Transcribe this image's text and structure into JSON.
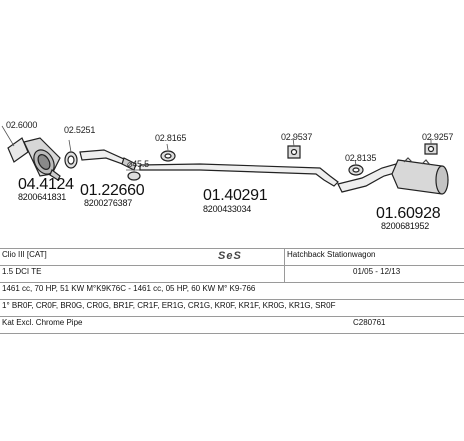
{
  "diagram": {
    "refs": {
      "r1": "02.6000",
      "r2": "02.5251",
      "r3": "02.8165",
      "r4": "02.9537",
      "r5": "02.8135",
      "r6": "02.9257"
    },
    "dimension": "45.5",
    "parts": {
      "p1": {
        "number": "04.4124",
        "oem": "8200641831"
      },
      "p2": {
        "number": "01.22660",
        "oem": "8200276387"
      },
      "p3": {
        "number": "01.40291",
        "oem": "8200433034"
      },
      "p4": {
        "number": "01.60928",
        "oem": "8200681952"
      }
    }
  },
  "table": {
    "model": "Clio III [CAT]",
    "logo": "SeS",
    "body": "Hatchback Stationwagon",
    "engine": "1.5 DCI TE",
    "years": "01/05 - 12/13",
    "specs": "1461 cc, 70 HP, 51 KW M°K9K76C - 1461 cc, 05 HP, 60 KW M° K9-766",
    "codes": "1° BR0F, CR0F, BR0G, CR0G, BR1F, CR1F, ER1G, CR1G, KR0F, KR1F, KR0G, KR1G, SR0F",
    "extra": "Kat Excl. Chrome Pipe",
    "code": "C280761"
  }
}
